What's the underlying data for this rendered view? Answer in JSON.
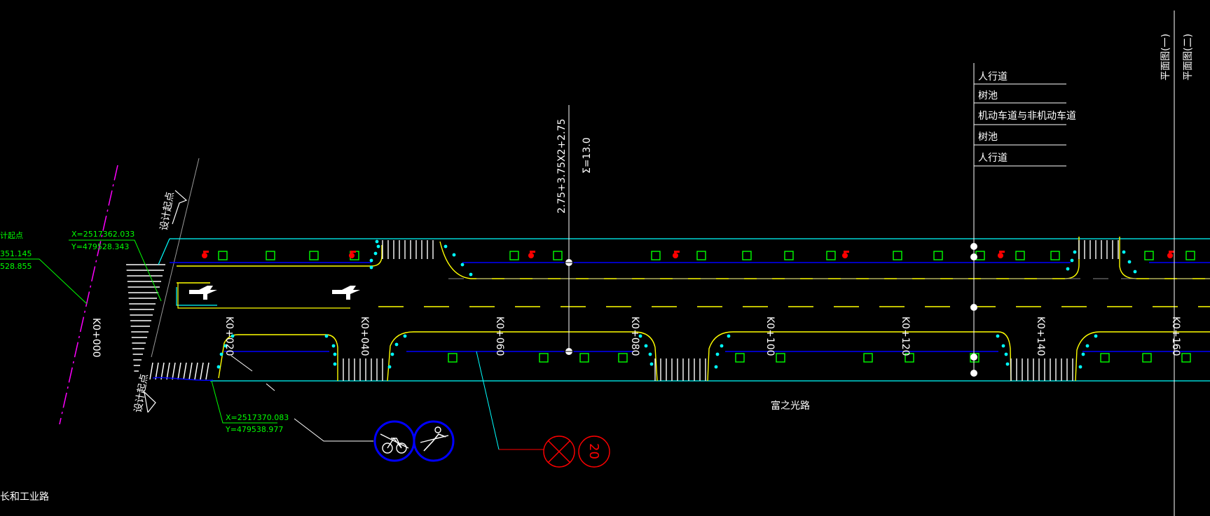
{
  "texts": {
    "road_name": "富之光路",
    "lane_formula": "2.75+3.75X2+2.75",
    "width_total": "Σ=13.0",
    "design_boundary_top": "设计起点",
    "design_boundary_bottom": "设计起点",
    "start_point": "计起点",
    "left_coord_1": "351.145",
    "left_coord_2": "528.855",
    "top_point_x": "X=2517362.033",
    "top_point_y": "Y=479528.343",
    "bottom_point_x": "X=2517370.083",
    "bottom_point_y": "Y=479538.977",
    "intersection_road": "长和工业路",
    "sheet_ref_1": "平面图(一)",
    "sheet_ref_2": "平面图(二)",
    "speed_limit": "20"
  },
  "section_labels": [
    "人行道",
    "树池",
    "机动车道与非机动车道",
    "树池",
    "人行道"
  ],
  "stations": [
    "K0+000",
    "K0+020",
    "K0+040",
    "K0+060",
    "K0+080",
    "K0+100",
    "K0+120",
    "K0+140",
    "K0+160"
  ],
  "colors": {
    "background": "#000000",
    "road_edge": "#00ffff",
    "lane_line": "#0000ff",
    "centerline": "#ffff00",
    "curb": "#ffff00",
    "tree_pit": "#00ff00",
    "hydrant": "#ff0000",
    "annotation": "#ffffff",
    "coordinate": "#00ff00",
    "road_boundary": "#ff00ff"
  },
  "icons": [
    "bicycle-sign-icon",
    "pedestrian-sign-icon",
    "no-entry-sign-icon",
    "speed-limit-sign-icon",
    "turn-arrow-icon"
  ]
}
